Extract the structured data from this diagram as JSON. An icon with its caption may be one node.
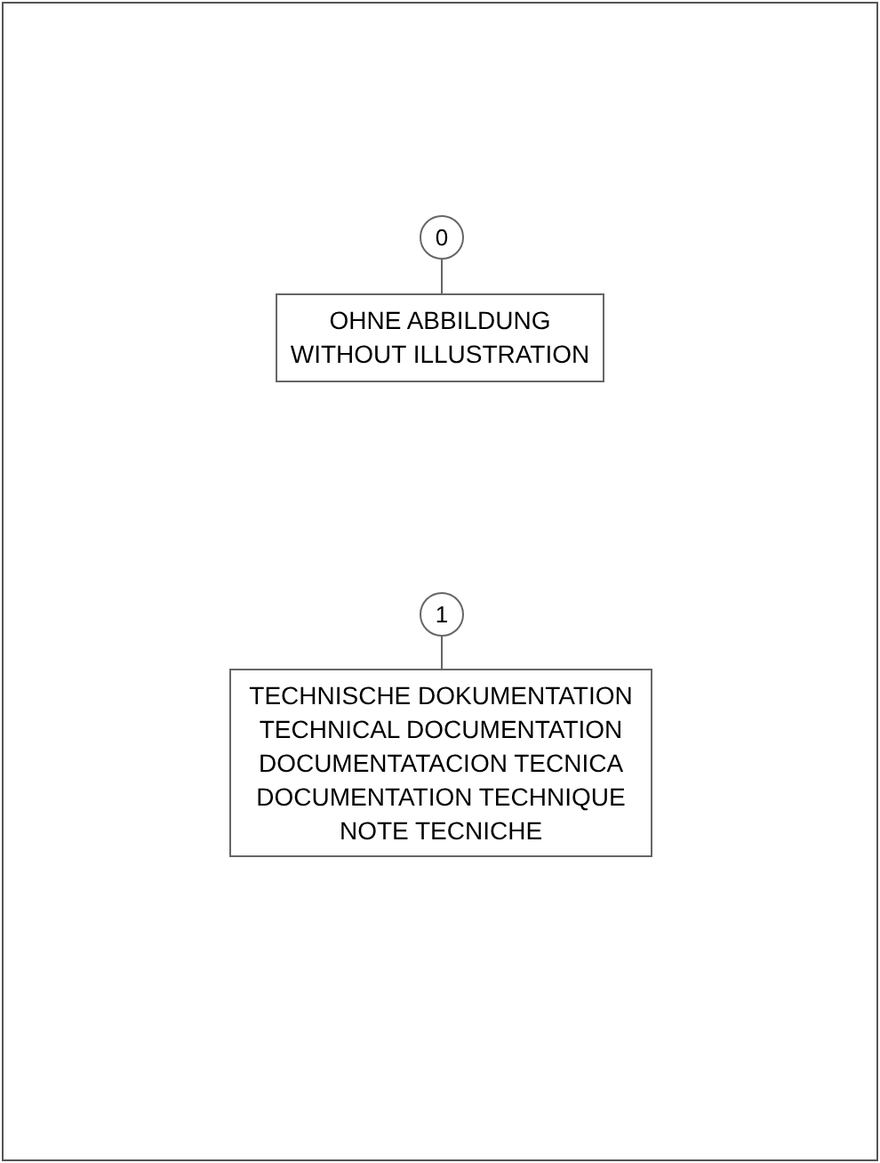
{
  "diagram": {
    "nodes": [
      {
        "text": [
          "0"
        ]
      },
      {
        "text": [
          "OHNE ABBILDUNG",
          "WITHOUT ILLUSTRATION"
        ]
      },
      {
        "text": [
          "1"
        ]
      },
      {
        "text": [
          "TECHNISCHE DOKUMENTATION",
          "TECHNICAL DOCUMENTATION",
          "DOCUMENTATACION TECNICA",
          "DOCUMENTATION TECHNIQUE",
          "NOTE TECNICHE"
        ]
      }
    ],
    "edges": [
      {
        "from": 0,
        "to": 1,
        "arrow": "none"
      },
      {
        "from": 2,
        "to": 3,
        "arrow": "none"
      }
    ]
  }
}
